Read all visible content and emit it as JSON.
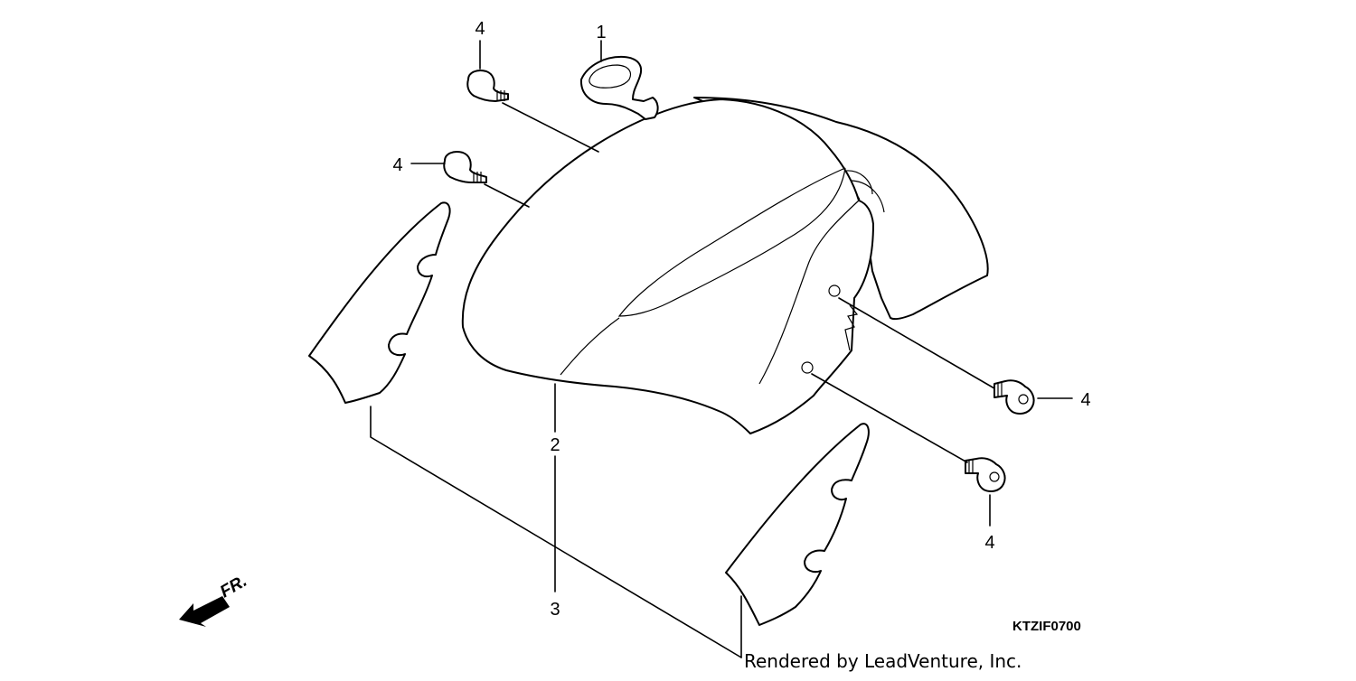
{
  "diagram": {
    "diagram_code": "KTZIF0700",
    "credit": "Rendered by LeadVenture, Inc.",
    "front_indicator": "FR.",
    "callouts": {
      "c1": "1",
      "c2": "2",
      "c3": "3",
      "c4_top": "4",
      "c4_left": "4",
      "c4_right": "4",
      "c4_lower": "4"
    }
  }
}
